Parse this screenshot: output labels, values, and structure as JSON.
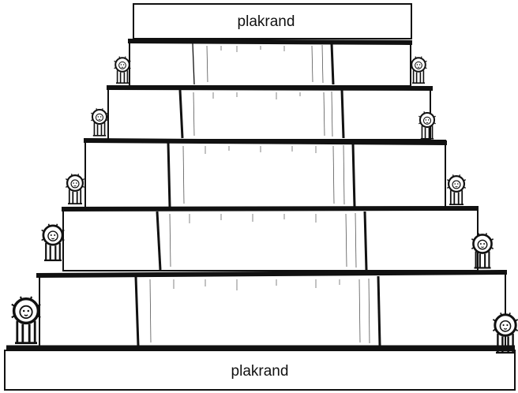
{
  "diagram": {
    "top_label": "plakrand",
    "bottom_label": "plakrand",
    "tiers": [
      {
        "name": "tier-1",
        "lion_left": true,
        "lion_right": true
      },
      {
        "name": "tier-2",
        "lion_left": true,
        "lion_right": true
      },
      {
        "name": "tier-3",
        "lion_left": true,
        "lion_right": true
      },
      {
        "name": "tier-4",
        "lion_left": true,
        "lion_right": true
      },
      {
        "name": "tier-5",
        "lion_left": true,
        "lion_right": true
      }
    ],
    "line_color": "#111111",
    "background_color": "#ffffff"
  }
}
